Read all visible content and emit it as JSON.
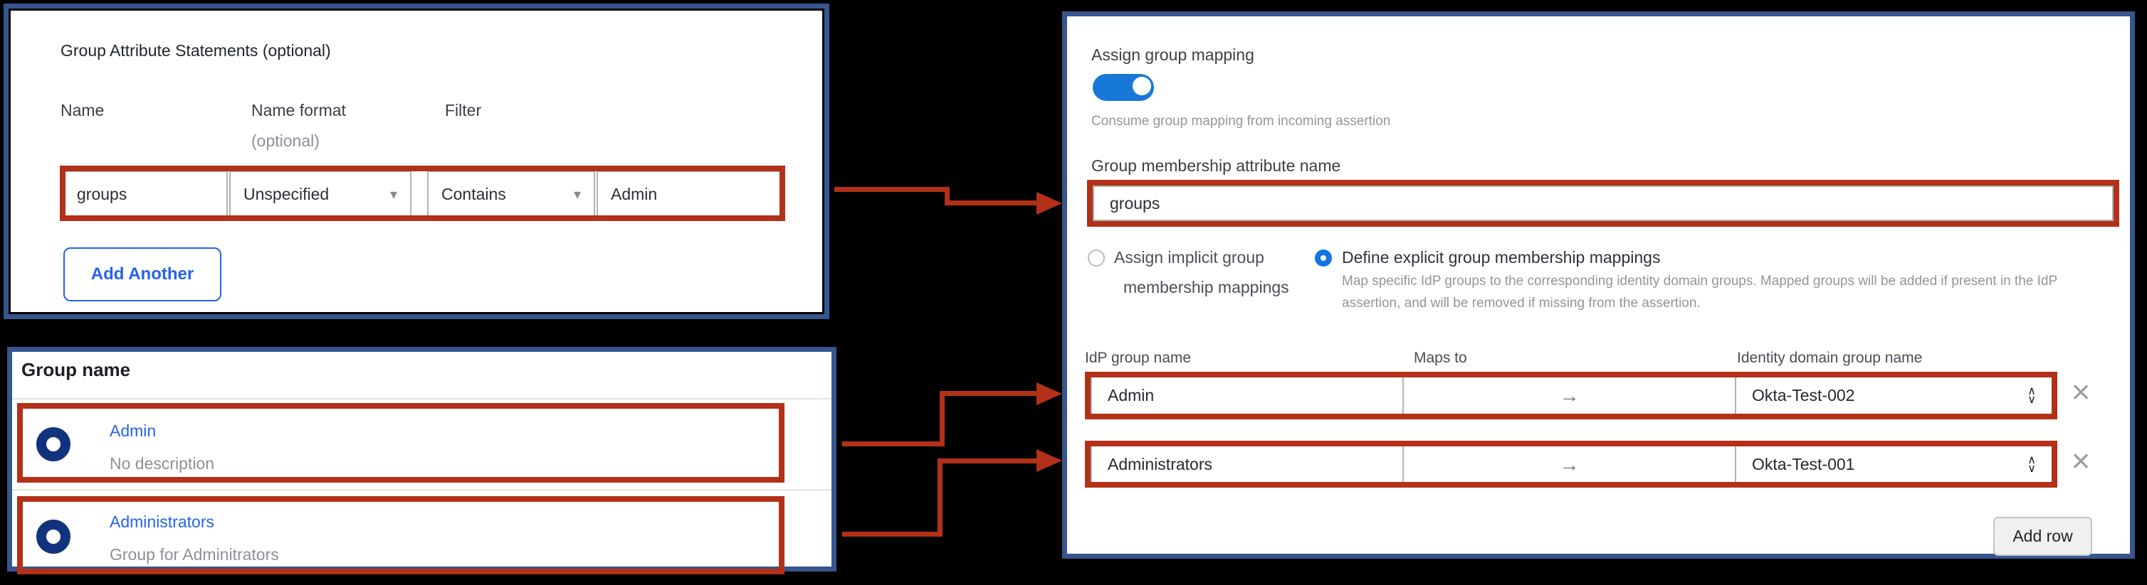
{
  "colors": {
    "background": "#000000",
    "panel_border_blue": "#37568f",
    "highlight_red": "#b23118",
    "link_blue": "#2563e8",
    "toggle_blue": "#1878d8",
    "radio_selected_blue": "#1673e6",
    "group_icon_navy": "#11337d"
  },
  "attribute_statements_panel": {
    "title": "Group Attribute Statements (optional)",
    "col_name": "Name",
    "col_name_format": "Name format",
    "col_name_format_note": "(optional)",
    "col_filter": "Filter",
    "row": {
      "name": "groups",
      "name_format": "Unspecified",
      "filter_operator": "Contains",
      "filter_value": "Admin"
    },
    "add_another_label": "Add Another"
  },
  "group_list_panel": {
    "header": "Group name",
    "rows": [
      {
        "name": "Admin",
        "description": "No description"
      },
      {
        "name": "Administrators",
        "description": "Group for Adminitrators"
      }
    ]
  },
  "mapping_panel": {
    "toggle_label": "Assign group mapping",
    "toggle_state": "on",
    "toggle_help": "Consume group mapping from incoming assertion",
    "attribute_label": "Group membership attribute name",
    "attribute_value": "groups",
    "implicit_option": {
      "selected": false,
      "label_line1": "Assign implicit group",
      "label_line2": "membership mappings"
    },
    "explicit_option": {
      "selected": true,
      "label": "Define explicit group membership mappings",
      "description_line1": "Map specific IdP groups to the corresponding identity domain groups. Mapped groups will be added if present in the IdP",
      "description_line2": "assertion, and will be removed if missing from the assertion."
    },
    "table": {
      "col_idp": "IdP group name",
      "col_maps_to": "Maps to",
      "col_domain": "Identity domain group name",
      "rows": [
        {
          "idp_group": "Admin",
          "domain_group": "Okta-Test-002"
        },
        {
          "idp_group": "Administrators",
          "domain_group": "Okta-Test-001"
        }
      ]
    },
    "add_row_label": "Add row"
  },
  "icons": {
    "dropdown_chevron": "▾",
    "maps_to_arrow": "→",
    "spinner_up": "∧",
    "spinner_down": "∨",
    "remove_x": "×"
  }
}
